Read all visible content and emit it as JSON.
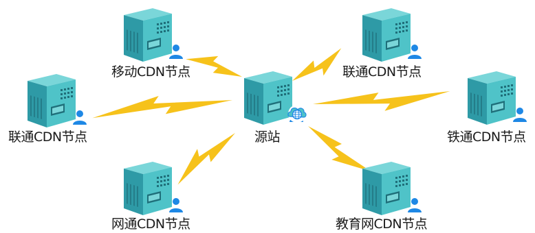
{
  "diagram": {
    "origin": {
      "label": "源站",
      "icon": "globe-cloud-icon"
    },
    "nodes": [
      {
        "id": "mobile",
        "label": "移动CDN节点"
      },
      {
        "id": "unicom-1",
        "label": "联通CDN节点"
      },
      {
        "id": "unicom-2",
        "label": "联通CDN节点"
      },
      {
        "id": "railcom",
        "label": "铁通CDN节点"
      },
      {
        "id": "netcom",
        "label": "网通CDN节点"
      },
      {
        "id": "education",
        "label": "教育网CDN节点"
      }
    ],
    "colors": {
      "server_body": "#4fc3c8",
      "server_top": "#7ad6d9",
      "server_side": "#2e9aa6",
      "server_detail": "#1f6f7a",
      "user_icon": "#1e88e5",
      "link_bolt": "#f6c21b",
      "text": "#1a1a1a"
    }
  }
}
